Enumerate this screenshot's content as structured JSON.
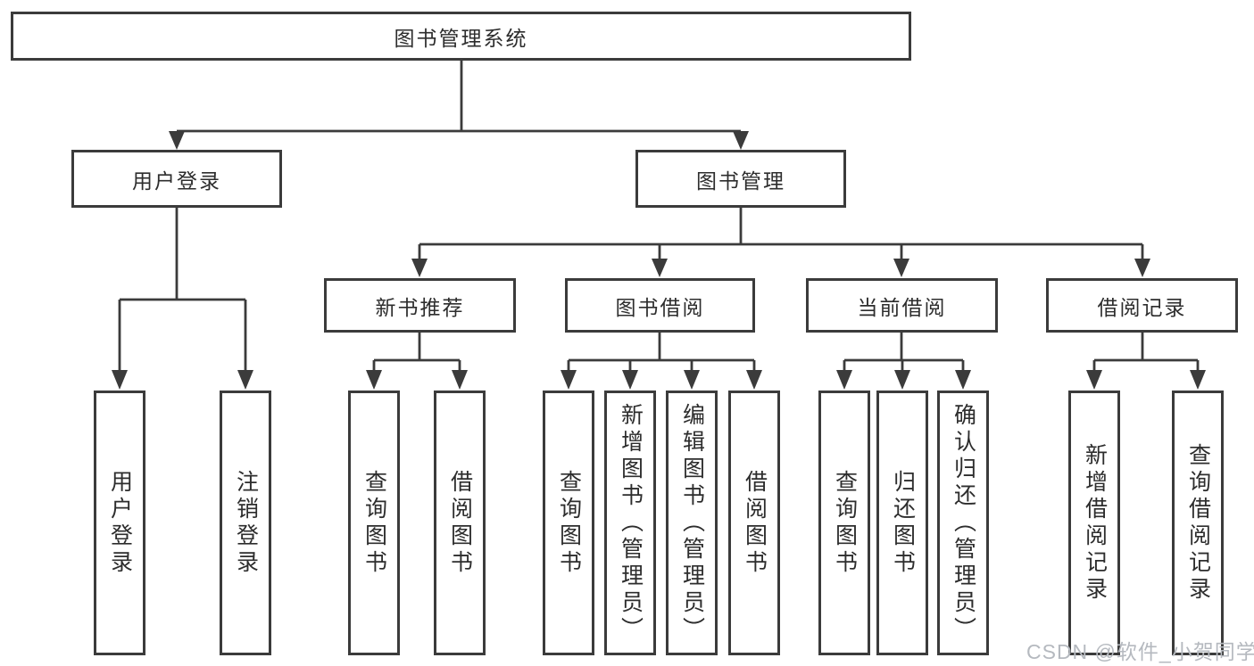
{
  "diagram": {
    "root": {
      "label": "图书管理系统"
    },
    "branches": [
      {
        "label": "用户登录",
        "leaves": [
          {
            "label": "用户登录"
          },
          {
            "label": "注销登录"
          }
        ]
      },
      {
        "label": "图书管理",
        "sections": [
          {
            "label": "新书推荐",
            "leaves": [
              {
                "label": "查询图书"
              },
              {
                "label": "借阅图书"
              }
            ]
          },
          {
            "label": "图书借阅",
            "leaves": [
              {
                "label": "查询图书"
              },
              {
                "label": "新增图书（管理员）"
              },
              {
                "label": "编辑图书（管理员）"
              },
              {
                "label": "借阅图书"
              }
            ]
          },
          {
            "label": "当前借阅",
            "leaves": [
              {
                "label": "查询图书"
              },
              {
                "label": "归还图书"
              },
              {
                "label": "确认归还（管理员）"
              }
            ]
          },
          {
            "label": "借阅记录",
            "leaves": [
              {
                "label": "新增借阅记录"
              },
              {
                "label": "查询借阅记录"
              }
            ]
          }
        ]
      }
    ]
  },
  "watermark": {
    "text": "CSDN @软件_小贺同学"
  },
  "colors": {
    "line": "#3b3b3b",
    "text": "#2d2d2d",
    "background": "#ffffff",
    "watermark": "#b5b9bf"
  }
}
